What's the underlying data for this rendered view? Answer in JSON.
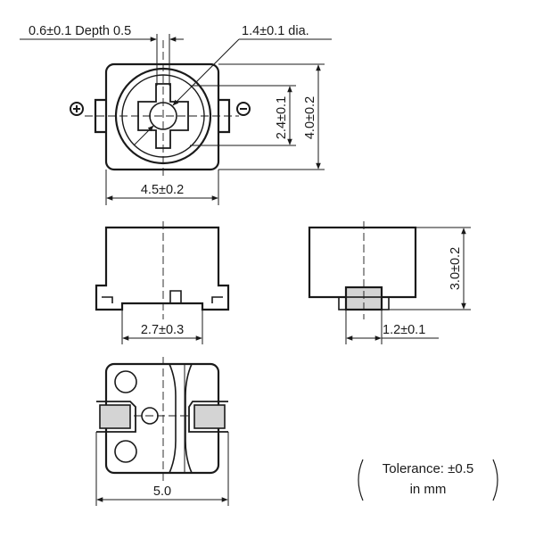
{
  "dimensions": {
    "pin_slot": "0.6±0.1 Depth 0.5",
    "hole_dia": "1.4±0.1 dia.",
    "inner_height": "2.4±0.1",
    "outer_height": "4.0±0.2",
    "top_width": "4.5±0.2",
    "pad_span": "2.7±0.3",
    "body_height": "3.0±0.2",
    "lead_width": "1.2±0.1",
    "bottom_width": "5.0"
  },
  "symbols": {
    "plus_terminal": "plus-circle-icon",
    "minus_terminal": "minus-circle-icon"
  },
  "note": {
    "tolerance": "Tolerance: ±0.5",
    "unit": "in mm"
  },
  "colors": {
    "line": "#1a1a1a",
    "pad_fill": "#d4d4d4"
  }
}
